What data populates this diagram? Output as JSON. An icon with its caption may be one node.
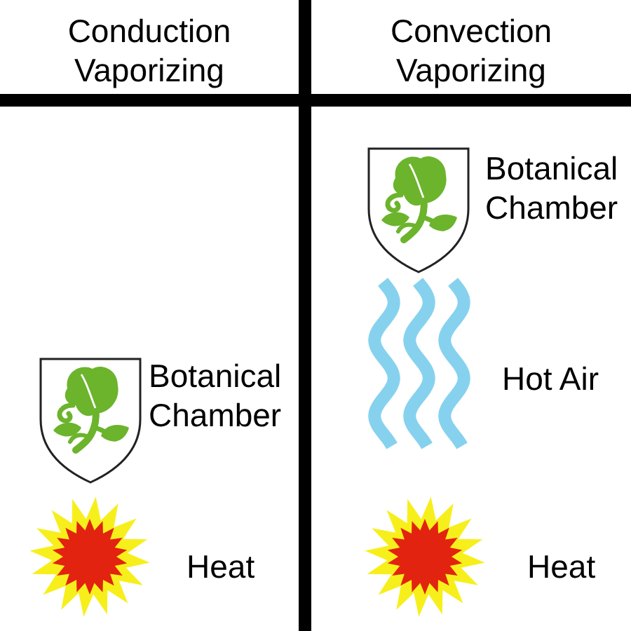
{
  "diagram": {
    "labels": [
      "Conduction Vaporizing",
      "Botanical Chamber",
      "Heat",
      "Convection Vaporizing",
      "Botanical Chamber",
      "Hot Air",
      "Heat"
    ]
  }
}
